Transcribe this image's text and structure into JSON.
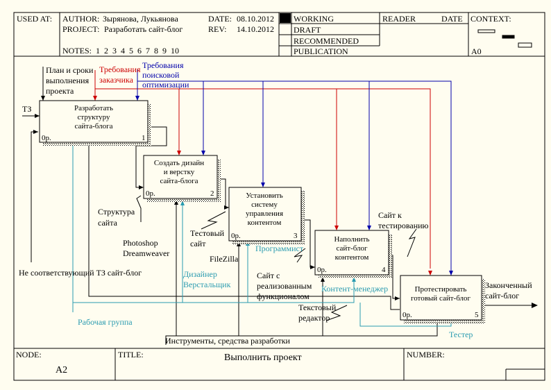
{
  "header": {
    "used_at_label": "USED AT:",
    "author_label": "AUTHOR:",
    "author_value": "Зырянова, Лукьянова",
    "project_label": "PROJECT:",
    "project_value": "Разработать сайт-блог",
    "date_label": "DATE:",
    "date_value": "08.10.2012",
    "rev_label": "REV:",
    "rev_value": "14.10.2012",
    "notes_label": "NOTES:",
    "notes_value": "1  2  3  4  5  6  7  8  9  10",
    "status": [
      "WORKING",
      "DRAFT",
      "RECOMMENDED",
      "PUBLICATION"
    ],
    "reader_label": "READER",
    "reader_date_label": "DATE",
    "context_label": "CONTEXT:",
    "context_node": "A0"
  },
  "footer": {
    "node_label": "NODE:",
    "node_value": "A2",
    "title_label": "TITLE:",
    "title_value": "Выполнить проект",
    "number_label": "NUMBER:"
  },
  "boxes": [
    {
      "lines": [
        "Разработать",
        "структуру",
        "сайта-блога"
      ],
      "cost": "0р.",
      "num": "1"
    },
    {
      "lines": [
        "Создать дизайн",
        "и верстку",
        "сайта-блога"
      ],
      "cost": "0р.",
      "num": "2"
    },
    {
      "lines": [
        "Установить",
        "систему",
        "управления",
        "контентом"
      ],
      "cost": "0р.",
      "num": "3"
    },
    {
      "lines": [
        "Наполнить",
        "сайт-блог",
        "контентом"
      ],
      "cost": "0р.",
      "num": "4"
    },
    {
      "lines": [
        "Протестировать",
        "готовый сайт-блог"
      ],
      "cost": "0р.",
      "num": "5"
    }
  ],
  "labels": {
    "plan": [
      "План и сроки",
      "выполнения",
      "проекта"
    ],
    "req_customer": [
      "Требования",
      "заказчика"
    ],
    "req_seo": [
      "Требования",
      "поисковой",
      "оптимизации"
    ],
    "tz": "ТЗ",
    "structure": [
      "Структура",
      "сайта"
    ],
    "photoshop": [
      "Photoshop",
      "Dreamweaver"
    ],
    "test_site": [
      "Тестовый",
      "сайт"
    ],
    "filezilla": "FileZilla",
    "programmer": "Программист",
    "site_for_test": [
      "Сайт к",
      "тестированию"
    ],
    "site_with_func": [
      "Сайт с",
      "реализованным",
      "функционалом"
    ],
    "content_manager": "Контент-менеджер",
    "designer": [
      "Дизайнер",
      "Верстальщик"
    ],
    "not_conform": "Не соответствующий ТЗ сайт-блог",
    "finished": [
      "Законченный",
      "сайт-блог"
    ],
    "text_editor": [
      "Текстовый",
      "редактор"
    ],
    "work_group": "Рабочая группа",
    "tester": "Тестер",
    "tools": "Инструменты, средства разработки"
  },
  "colors": {
    "background": "#fffdf0",
    "customer_red": "#cc0000",
    "seo_blue": "#0000aa",
    "mechanism_teal": "#2a9bb0"
  }
}
